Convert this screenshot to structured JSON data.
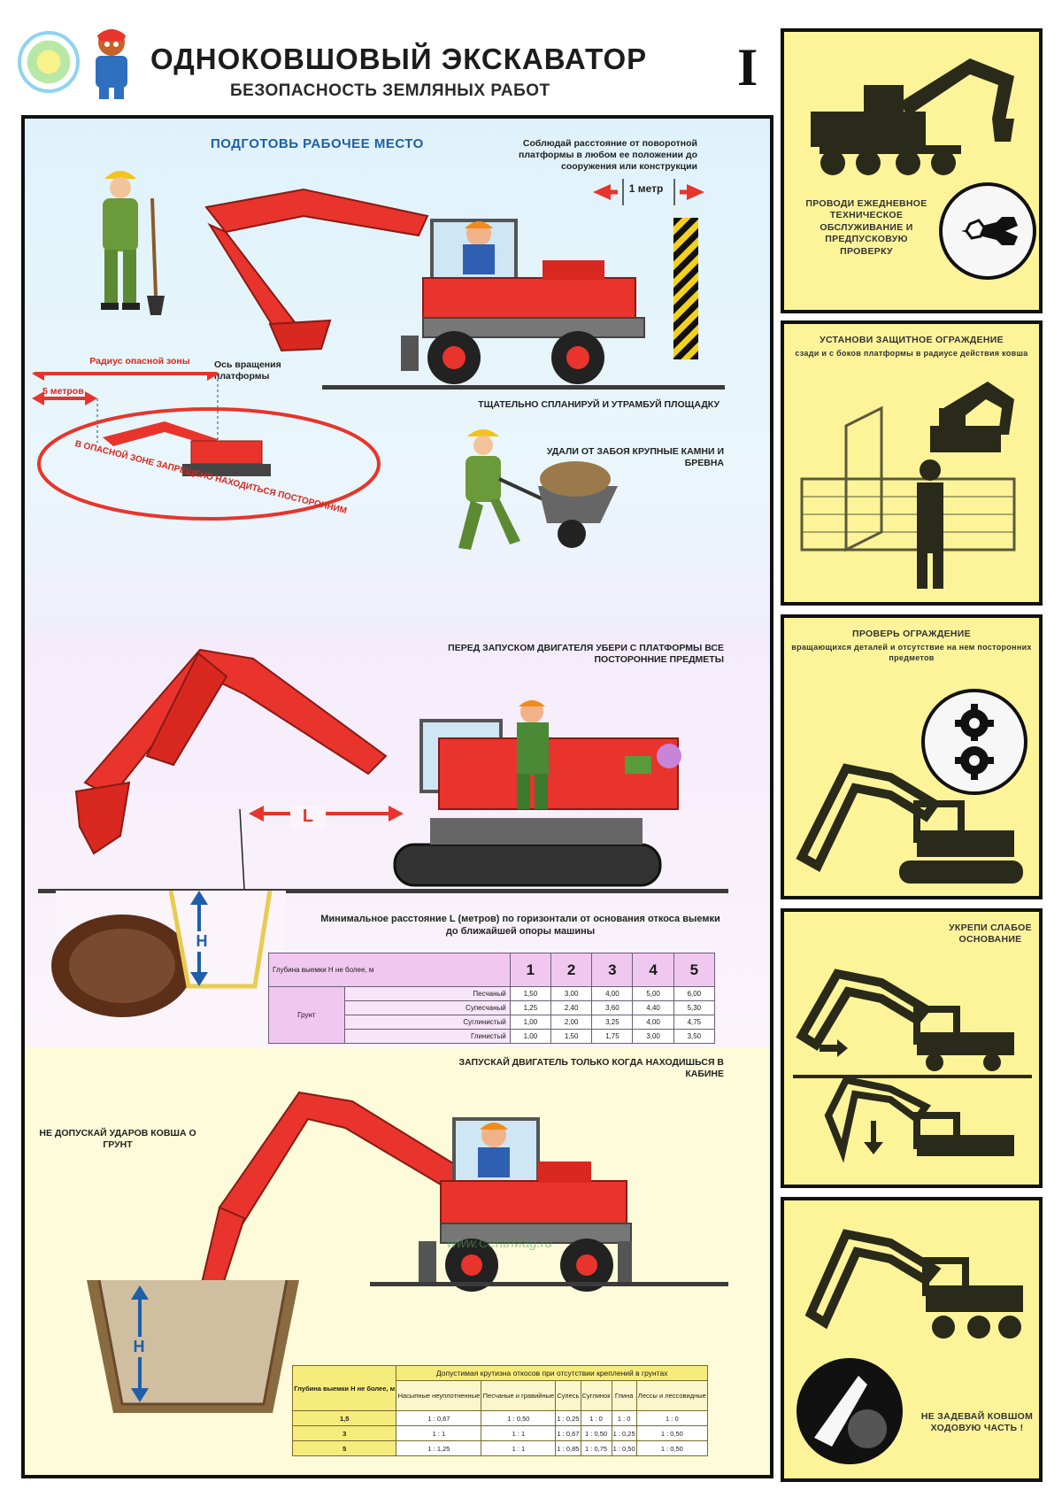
{
  "header": {
    "title": "ОДНОКОВШОВЫЙ ЭКСКАВАТОР",
    "subtitle": "БЕЗОПАСНОСТЬ ЗЕМЛЯНЫХ РАБОТ",
    "part_numeral": "I"
  },
  "section1": {
    "heading": "ПОДГОТОВЬ РАБОЧЕЕ МЕСТО",
    "distance_note": "Соблюдай расстояние от поворотной платформы в любом ее положении до сооружения или конструкции",
    "one_meter": "1 метр",
    "danger_radius": "Радиус опасной зоны",
    "rotation_axis": "Ось вращения платформы",
    "five_meters": "5 метров",
    "danger_zone_warning": "В ОПАСНОЙ ЗОНЕ ЗАПРЕЩЕНО НАХОДИТЬСЯ ПОСТОРОННИМ",
    "level_site": "ТЩАТЕЛЬНО СПЛАНИРУЙ И УТРАМБУЙ ПЛОЩАДКУ",
    "remove_stones": "УДАЛИ ОТ ЗАБОЯ КРУПНЫЕ КАМНИ И БРЕВНА"
  },
  "section2": {
    "remove_objects": "ПЕРЕД ЗАПУСКОМ ДВИГАТЕЛЯ УБЕРИ С ПЛАТФОРМЫ ВСЕ ПОСТОРОННИЕ ПРЕДМЕТЫ",
    "l_label": "L",
    "h_label": "H",
    "table_caption": "Минимальное расстояние L (метров) по горизонтали от основания откоса выемки до ближайшей опоры машины",
    "table": {
      "header_label": "Глубина выемки H не более, м",
      "depths": [
        "1",
        "2",
        "3",
        "4",
        "5"
      ],
      "side_label": "Грунт",
      "rows": [
        {
          "soil": "Песчаный",
          "values": [
            "1,50",
            "3,00",
            "4,00",
            "5,00",
            "6,00"
          ]
        },
        {
          "soil": "Супесчаный",
          "values": [
            "1,25",
            "2,40",
            "3,60",
            "4,40",
            "5,30"
          ]
        },
        {
          "soil": "Суглинистый",
          "values": [
            "1,00",
            "2,00",
            "3,25",
            "4,00",
            "4,75"
          ]
        },
        {
          "soil": "Глинистый",
          "values": [
            "1,00",
            "1,50",
            "1,75",
            "3,00",
            "3,50"
          ]
        }
      ]
    }
  },
  "section3": {
    "start_engine": "ЗАПУСКАЙ ДВИГАТЕЛЬ ТОЛЬКО КОГДА НАХОДИШЬСЯ В КАБИНЕ",
    "no_bucket_hits": "НЕ ДОПУСКАЙ УДАРОВ КОВША О ГРУНТ",
    "h_label": "H",
    "watermark": "www.CentrMag.ru",
    "table": {
      "depth_header": "Глубина выемки H не более, м",
      "title": "Допустимая крутизна откосов при отсутствии креплений в грунтах",
      "columns": [
        "Насыпные неуплотненные",
        "Песчаные и гравийные",
        "Супесь",
        "Суглинок",
        "Глина",
        "Лессы и лессовидные"
      ],
      "rows": [
        {
          "depth": "1,5",
          "values": [
            "1 : 0,67",
            "1 : 0,50",
            "1 : 0,25",
            "1 : 0",
            "1 : 0",
            "1 : 0"
          ]
        },
        {
          "depth": "3",
          "values": [
            "1 : 1",
            "1 : 1",
            "1 : 0,67",
            "1 : 0,50",
            "1 : 0,25",
            "1 : 0,50"
          ]
        },
        {
          "depth": "5",
          "values": [
            "1 : 1,25",
            "1 : 1",
            "1 : 0,85",
            "1 : 0,75",
            "1 : 0,50",
            "1 : 0,50"
          ]
        }
      ]
    }
  },
  "sidebar": {
    "panel1": "ПРОВОДИ ЕЖЕДНЕВНОЕ ТЕХНИЧЕСКОЕ ОБСЛУЖИВАНИЕ И ПРЕДПУСКОВУЮ ПРОВЕРКУ",
    "panel2_title": "УСТАНОВИ ЗАЩИТНОЕ ОГРАЖДЕНИЕ",
    "panel2_sub": "сзади и с боков платформы в радиусе действия ковша",
    "panel3_title": "ПРОВЕРЬ ОГРАЖДЕНИЕ",
    "panel3_sub": "вращающихся деталей и отсутствие на нем посторонних предметов",
    "panel4": "УКРЕПИ СЛАБОЕ ОСНОВАНИЕ",
    "panel5": "НЕ ЗАДЕВАЙ КОВШОМ ХОДОВУЮ ЧАСТЬ !"
  },
  "colors": {
    "excavator_red": "#e8342c",
    "panel_yellow": "#fdf49a",
    "heading_blue": "#1f5ea8",
    "table_pink": "#f0c8ef"
  }
}
